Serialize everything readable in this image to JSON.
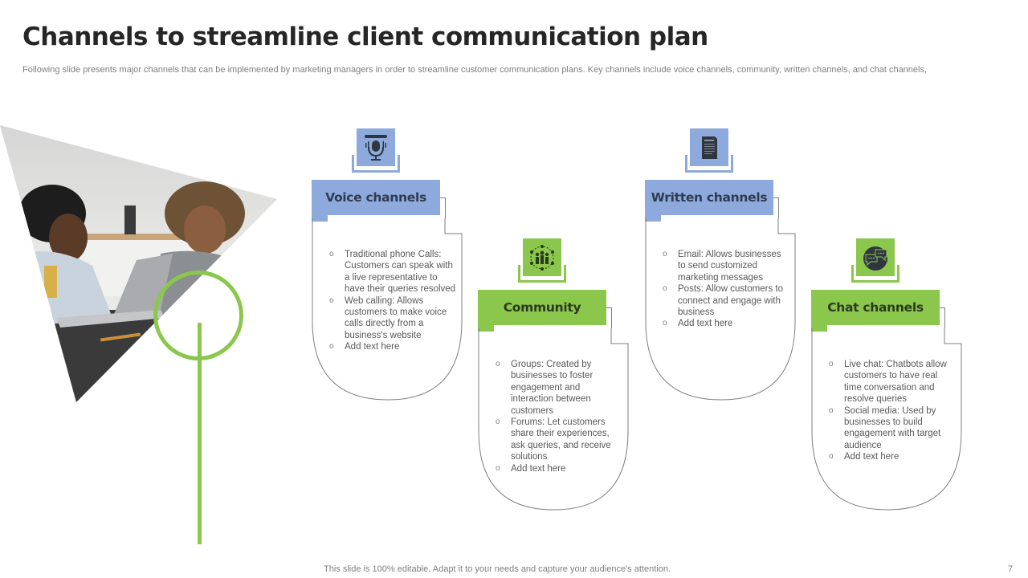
{
  "slide": {
    "title": "Channels to streamline client communication plan",
    "subtitle": "Following slide presents major channels that can be implemented by marketing managers in order to streamline customer communication plans. Key channels include voice channels, community, written channels, and chat channels,",
    "footer_note": "This slide is 100% editable. Adapt it to your needs and capture your audience's attention.",
    "page_number": "7"
  },
  "colors": {
    "blue_accent": "#8ea9db",
    "green_accent": "#8cc74d",
    "title_text": "#262626",
    "body_text": "#595959"
  },
  "photo": {
    "description": "Two colleagues working at a laptop"
  },
  "channels": [
    {
      "label": "Voice channels",
      "icon": "microphone-icon",
      "accent": "blue",
      "items": [
        "Traditional phone Calls: Customers can speak with a live representative to have their queries resolved",
        "Web calling: Allows customers to make voice calls directly from a business's website",
        "Add text here"
      ]
    },
    {
      "label": "Community",
      "icon": "community-icon",
      "accent": "green",
      "items": [
        "Groups: Created by businesses to foster engagement and interaction between customers",
        "Forums: Let customers share their experiences, ask queries, and receive solutions",
        "Add text here"
      ]
    },
    {
      "label": "Written channels",
      "icon": "document-icon",
      "accent": "blue",
      "items": [
        "Email: Allows businesses to send customized marketing messages",
        "Posts: Allow customers to connect and engage with business",
        "Add text here"
      ]
    },
    {
      "label": "Chat channels",
      "icon": "chat-bubbles-icon",
      "accent": "green",
      "items": [
        "Live chat: Chatbots allow customers to have real time conversation and resolve queries",
        "Social media: Used by businesses to build engagement with target audience",
        "Add text here"
      ]
    }
  ]
}
